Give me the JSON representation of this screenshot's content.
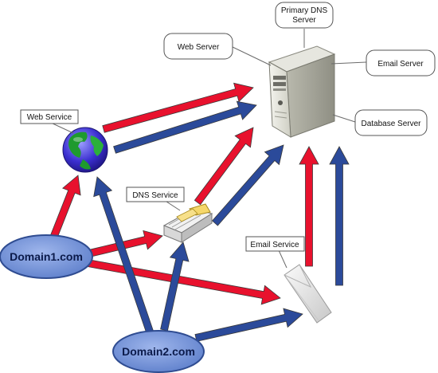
{
  "labels": {
    "primary_dns_line1": "Primary DNS",
    "primary_dns_line2": "Server",
    "web_server": "Web Server",
    "email_server": "Email Server",
    "database_server": "Database Server",
    "web_service": "Web Service",
    "dns_service": "DNS Service",
    "email_service": "Email Service",
    "domain1": "Domain1.com",
    "domain2": "Domain2.com"
  },
  "colors": {
    "red_arrow": "#e8112d",
    "blue_arrow": "#2b4a9a",
    "domain_fill": "#6f8fd6"
  },
  "icons": [
    "server-tower-icon",
    "globe-icon",
    "dns-document-icon",
    "email-envelope-icon"
  ]
}
